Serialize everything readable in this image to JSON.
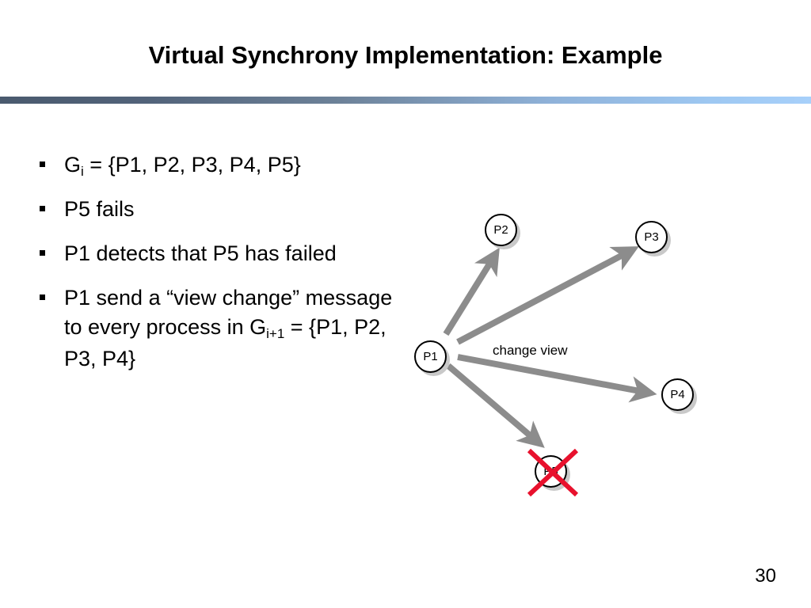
{
  "slide": {
    "title": "Virtual Synchrony Implementation: Example",
    "page_number": "30"
  },
  "bullets": [
    {
      "prefix": "G",
      "sub": "i",
      "suffix": " = {P1, P2, P3, P4, P5}"
    },
    {
      "prefix": "P5 fails",
      "sub": "",
      "suffix": ""
    },
    {
      "prefix": "P1 detects that P5 has failed",
      "sub": "",
      "suffix": ""
    },
    {
      "prefix": "P1 send a “view change” message to every process in  G",
      "sub": "i+1",
      "suffix": " = {P1, P2, P3, P4}"
    }
  ],
  "diagram": {
    "edge_label": "change view",
    "nodes": [
      {
        "id": "p1",
        "label": "P1"
      },
      {
        "id": "p2",
        "label": "P2"
      },
      {
        "id": "p3",
        "label": "P3"
      },
      {
        "id": "p4",
        "label": "P4"
      },
      {
        "id": "p5",
        "label": "P5"
      }
    ],
    "arrows": [
      {
        "from": "P1",
        "to": "P2"
      },
      {
        "from": "P1",
        "to": "P3"
      },
      {
        "from": "P1",
        "to": "P4"
      },
      {
        "from": "P1",
        "to": "P5"
      }
    ],
    "failed_node": "P5",
    "colors": {
      "arrow": "#8c8c8c",
      "node_border": "#000000",
      "node_shadow": "#c9c9c9",
      "failure_cross": "#e8112d",
      "divider_start": "#4a5a6e",
      "divider_end": "#a7d0fa"
    }
  }
}
